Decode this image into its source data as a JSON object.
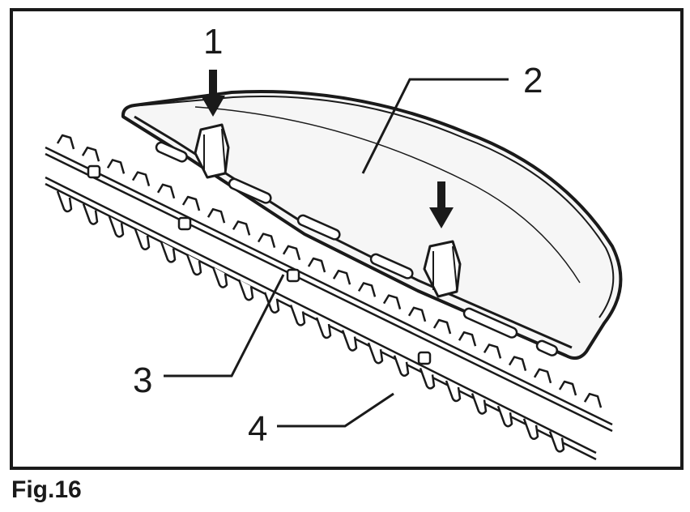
{
  "callouts": [
    {
      "id": "1",
      "label": "1"
    },
    {
      "id": "2",
      "label": "2"
    },
    {
      "id": "3",
      "label": "3"
    },
    {
      "id": "4",
      "label": "4"
    }
  ],
  "caption": "Fig.16",
  "colors": {
    "ink": "#1a1a1a",
    "paper": "#ffffff",
    "fill": "#f4f4f4"
  }
}
